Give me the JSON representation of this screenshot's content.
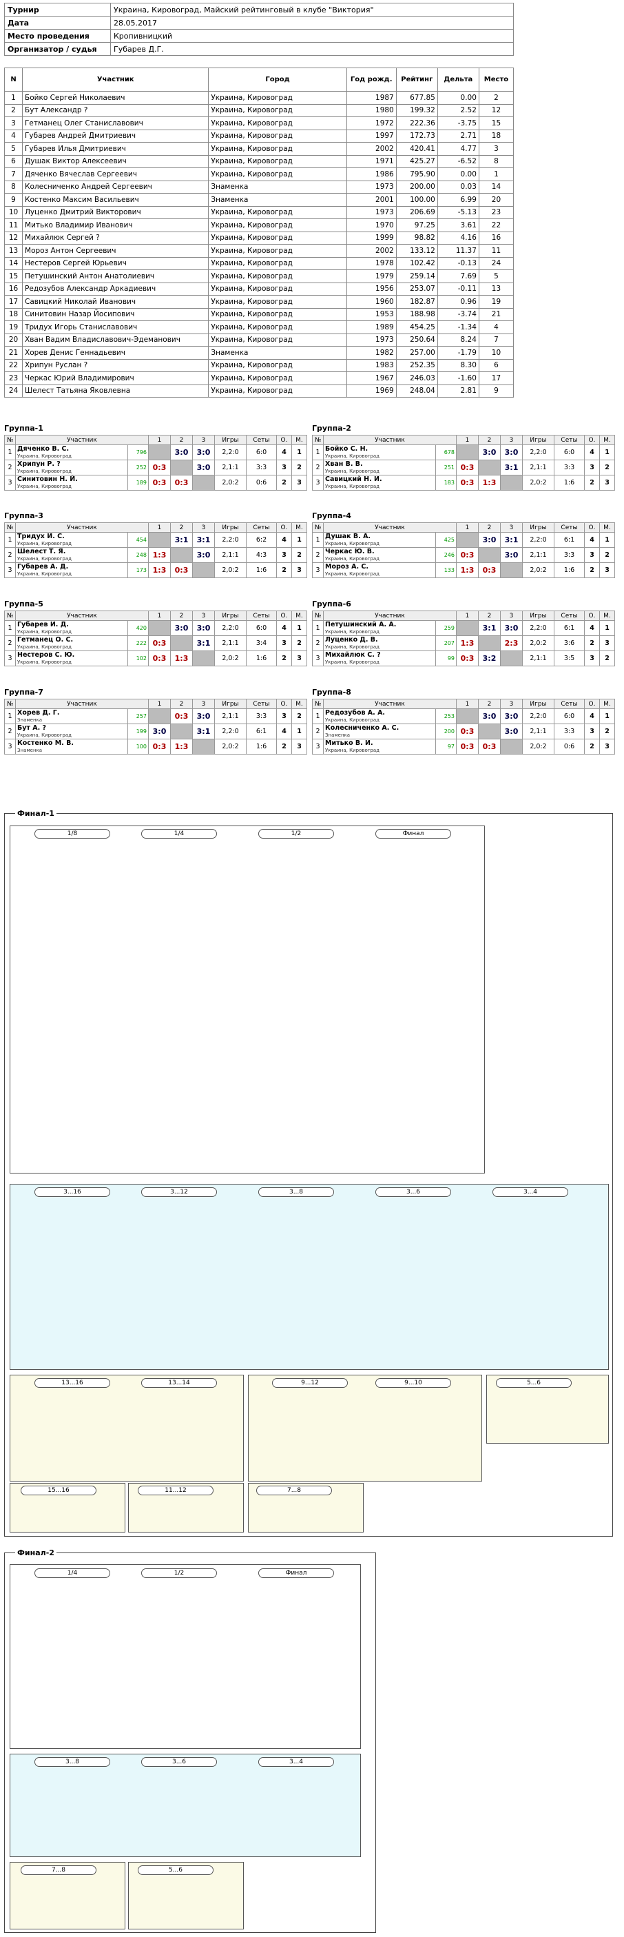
{
  "info": [
    [
      "Турнир",
      "Украина, Кировоград, Майский рейтинговый в клубе \"Виктория\""
    ],
    [
      "Дата",
      "28.05.2017"
    ],
    [
      "Место проведения",
      "Кропивницкий"
    ],
    [
      "Организатор / судья",
      "Губарев Д.Г."
    ]
  ],
  "players_header": [
    "N",
    "Участник",
    "Город",
    "Год рожд.",
    "Рейтинг",
    "Дельта",
    "Место"
  ],
  "players": [
    [
      "1",
      "Бойко Сергей Николаевич",
      "Украина, Кировоград",
      "1987",
      "677.85",
      "0.00",
      "2"
    ],
    [
      "2",
      "Бут Александр ?",
      "Украина, Кировоград",
      "1980",
      "199.32",
      "2.52",
      "12"
    ],
    [
      "3",
      "Гетманец Олег Станиславович",
      "Украина, Кировоград",
      "1972",
      "222.36",
      "-3.75",
      "15"
    ],
    [
      "4",
      "Губарев Андрей Дмитриевич",
      "Украина, Кировоград",
      "1997",
      "172.73",
      "2.71",
      "18"
    ],
    [
      "5",
      "Губарев Илья Дмитриевич",
      "Украина, Кировоград",
      "2002",
      "420.41",
      "4.77",
      "3"
    ],
    [
      "6",
      "Душак Виктор Алексеевич",
      "Украина, Кировоград",
      "1971",
      "425.27",
      "-6.52",
      "8"
    ],
    [
      "7",
      "Дяченко Вячеслав Сергеевич",
      "Украина, Кировоград",
      "1986",
      "795.90",
      "0.00",
      "1"
    ],
    [
      "8",
      "Колесниченко Андрей Сергеевич",
      "Знаменка",
      "1973",
      "200.00",
      "0.03",
      "14"
    ],
    [
      "9",
      "Костенко Максим Васильевич",
      "Знаменка",
      "2001",
      "100.00",
      "6.99",
      "20"
    ],
    [
      "10",
      "Луценко Дмитрий Викторович",
      "Украина, Кировоград",
      "1973",
      "206.69",
      "-5.13",
      "23"
    ],
    [
      "11",
      "Митько Владимир Иванович",
      "Украина, Кировоград",
      "1970",
      "97.25",
      "3.61",
      "22"
    ],
    [
      "12",
      "Михайлюк Сергей ?",
      "Украина, Кировоград",
      "1999",
      "98.82",
      "4.16",
      "16"
    ],
    [
      "13",
      "Мороз Антон Сергеевич",
      "Украина, Кировоград",
      "2002",
      "133.12",
      "11.37",
      "11"
    ],
    [
      "14",
      "Нестеров Сергей Юрьевич",
      "Украина, Кировоград",
      "1978",
      "102.42",
      "-0.13",
      "24"
    ],
    [
      "15",
      "Петушинский Антон Анатолиевич",
      "Украина, Кировоград",
      "1979",
      "259.14",
      "7.69",
      "5"
    ],
    [
      "16",
      "Редозубов Александр Аркадиевич",
      "Украина, Кировоград",
      "1956",
      "253.07",
      "-0.11",
      "13"
    ],
    [
      "17",
      "Савицкий Николай Иванович",
      "Украина, Кировоград",
      "1960",
      "182.87",
      "0.96",
      "19"
    ],
    [
      "18",
      "Синитовин Назар Йосипович",
      "Украина, Кировоград",
      "1953",
      "188.98",
      "-3.74",
      "21"
    ],
    [
      "19",
      "Тридух Игорь Станиславович",
      "Украина, Кировоград",
      "1989",
      "454.25",
      "-1.34",
      "4"
    ],
    [
      "20",
      "Хван Вадим Владиславович-Эдеманович",
      "Украина, Кировоград",
      "1973",
      "250.64",
      "8.24",
      "7"
    ],
    [
      "21",
      "Хорев Денис Геннадьевич",
      "Знаменка",
      "1982",
      "257.00",
      "-1.79",
      "10"
    ],
    [
      "22",
      "Хрипун Руслан ?",
      "Украина, Кировоград",
      "1983",
      "252.35",
      "8.30",
      "6"
    ],
    [
      "23",
      "Черкас Юрий Владимирович",
      "Украина, Кировоград",
      "1967",
      "246.03",
      "-1.60",
      "17"
    ],
    [
      "24",
      "Шелест Татьяна Яковлевна",
      "Украина, Кировоград",
      "1969",
      "248.04",
      "2.81",
      "9"
    ]
  ],
  "group_header": [
    "№",
    "Участник",
    "1",
    "2",
    "3",
    "Игры",
    "Сеты",
    "О.",
    "М."
  ],
  "groups": [
    {
      "title": "Группа-1",
      "rows": [
        [
          "1",
          "Дяченко В. С.",
          "Украина, Кировоград",
          "796",
          "",
          "3:0",
          "3:0",
          "2,2:0",
          "6:0",
          "4",
          "1"
        ],
        [
          "2",
          "Хрипун Р. ?",
          "Украина, Кировоград",
          "252",
          "0:3",
          "",
          "3:0",
          "2,1:1",
          "3:3",
          "3",
          "2"
        ],
        [
          "3",
          "Синитовин Н. Й.",
          "Украина, Кировоград",
          "189",
          "0:3",
          "0:3",
          "",
          "2,0:2",
          "0:6",
          "2",
          "3"
        ]
      ]
    },
    {
      "title": "Группа-2",
      "rows": [
        [
          "1",
          "Бойко С. Н.",
          "Украина, Кировоград",
          "678",
          "",
          "3:0",
          "3:0",
          "2,2:0",
          "6:0",
          "4",
          "1"
        ],
        [
          "2",
          "Хван В. В.",
          "Украина, Кировоград",
          "251",
          "0:3",
          "",
          "3:1",
          "2,1:1",
          "3:3",
          "3",
          "2"
        ],
        [
          "3",
          "Савицкий Н. И.",
          "Украина, Кировоград",
          "183",
          "0:3",
          "1:3",
          "",
          "2,0:2",
          "1:6",
          "2",
          "3"
        ]
      ]
    },
    {
      "title": "Группа-3",
      "rows": [
        [
          "1",
          "Тридух И. С.",
          "Украина, Кировоград",
          "454",
          "",
          "3:1",
          "3:1",
          "2,2:0",
          "6:2",
          "4",
          "1"
        ],
        [
          "2",
          "Шелест Т. Я.",
          "Украина, Кировоград",
          "248",
          "1:3",
          "",
          "3:0",
          "2,1:1",
          "4:3",
          "3",
          "2"
        ],
        [
          "3",
          "Губарев А. Д.",
          "Украина, Кировоград",
          "173",
          "1:3",
          "0:3",
          "",
          "2,0:2",
          "1:6",
          "2",
          "3"
        ]
      ]
    },
    {
      "title": "Группа-4",
      "rows": [
        [
          "1",
          "Душак В. А.",
          "Украина, Кировоград",
          "425",
          "",
          "3:0",
          "3:1",
          "2,2:0",
          "6:1",
          "4",
          "1"
        ],
        [
          "2",
          "Черкас Ю. В.",
          "Украина, Кировоград",
          "246",
          "0:3",
          "",
          "3:0",
          "2,1:1",
          "3:3",
          "3",
          "2"
        ],
        [
          "3",
          "Мороз А. С.",
          "Украина, Кировоград",
          "133",
          "1:3",
          "0:3",
          "",
          "2,0:2",
          "1:6",
          "2",
          "3"
        ]
      ]
    },
    {
      "title": "Группа-5",
      "rows": [
        [
          "1",
          "Губарев И. Д.",
          "Украина, Кировоград",
          "420",
          "",
          "3:0",
          "3:0",
          "2,2:0",
          "6:0",
          "4",
          "1"
        ],
        [
          "2",
          "Гетманец О. С.",
          "Украина, Кировоград",
          "222",
          "0:3",
          "",
          "3:1",
          "2,1:1",
          "3:4",
          "3",
          "2"
        ],
        [
          "3",
          "Нестеров С. Ю.",
          "Украина, Кировоград",
          "102",
          "0:3",
          "1:3",
          "",
          "2,0:2",
          "1:6",
          "2",
          "3"
        ]
      ]
    },
    {
      "title": "Группа-6",
      "rows": [
        [
          "1",
          "Петушинский А. А.",
          "Украина, Кировоград",
          "259",
          "",
          "3:1",
          "3:0",
          "2,2:0",
          "6:1",
          "4",
          "1"
        ],
        [
          "2",
          "Луценко Д. В.",
          "Украина, Кировоград",
          "207",
          "1:3",
          "",
          "2:3",
          "2,0:2",
          "3:6",
          "2",
          "3"
        ],
        [
          "3",
          "Михайлюк С. ?",
          "Украина, Кировоград",
          "99",
          "0:3",
          "3:2",
          "",
          "2,1:1",
          "3:5",
          "3",
          "2"
        ]
      ]
    },
    {
      "title": "Группа-7",
      "rows": [
        [
          "1",
          "Хорев Д. Г.",
          "Знаменка",
          "257",
          "",
          "0:3",
          "3:0",
          "2,1:1",
          "3:3",
          "3",
          "2"
        ],
        [
          "2",
          "Бут А. ?",
          "Украина, Кировоград",
          "199",
          "3:0",
          "",
          "3:1",
          "2,2:0",
          "6:1",
          "4",
          "1"
        ],
        [
          "3",
          "Костенко М. В.",
          "Знаменка",
          "100",
          "0:3",
          "1:3",
          "",
          "2,0:2",
          "1:6",
          "2",
          "3"
        ]
      ]
    },
    {
      "title": "Группа-8",
      "rows": [
        [
          "1",
          "Редозубов А. А.",
          "Украина, Кировоград",
          "253",
          "",
          "3:0",
          "3:0",
          "2,2:0",
          "6:0",
          "4",
          "1"
        ],
        [
          "2",
          "Колесниченко А. С.",
          "Знаменка",
          "200",
          "0:3",
          "",
          "3:0",
          "2,1:1",
          "3:3",
          "3",
          "2"
        ],
        [
          "3",
          "Митько В. И.",
          "Украина, Кировоград",
          "97",
          "0:3",
          "0:3",
          "",
          "2,0:2",
          "0:6",
          "2",
          "3"
        ]
      ]
    }
  ],
  "final1_title": "Финал-1",
  "final2_title": "Финал-2",
  "f1_rounds": [
    "1/8",
    "1/4",
    "1/2",
    "Финал"
  ],
  "f1_sub": [
    "3...16",
    "3...12",
    "3...8",
    "3...6",
    "3...4",
    "13...16",
    "13...14",
    "9...12",
    "9...10",
    "5...6",
    "15...16",
    "11...12",
    "7...8"
  ],
  "f2_rounds": [
    "1/4",
    "1/2",
    "Финал"
  ],
  "f2_sub": [
    "3...8",
    "3...6",
    "3...4",
    "7...8",
    "5...6"
  ]
}
